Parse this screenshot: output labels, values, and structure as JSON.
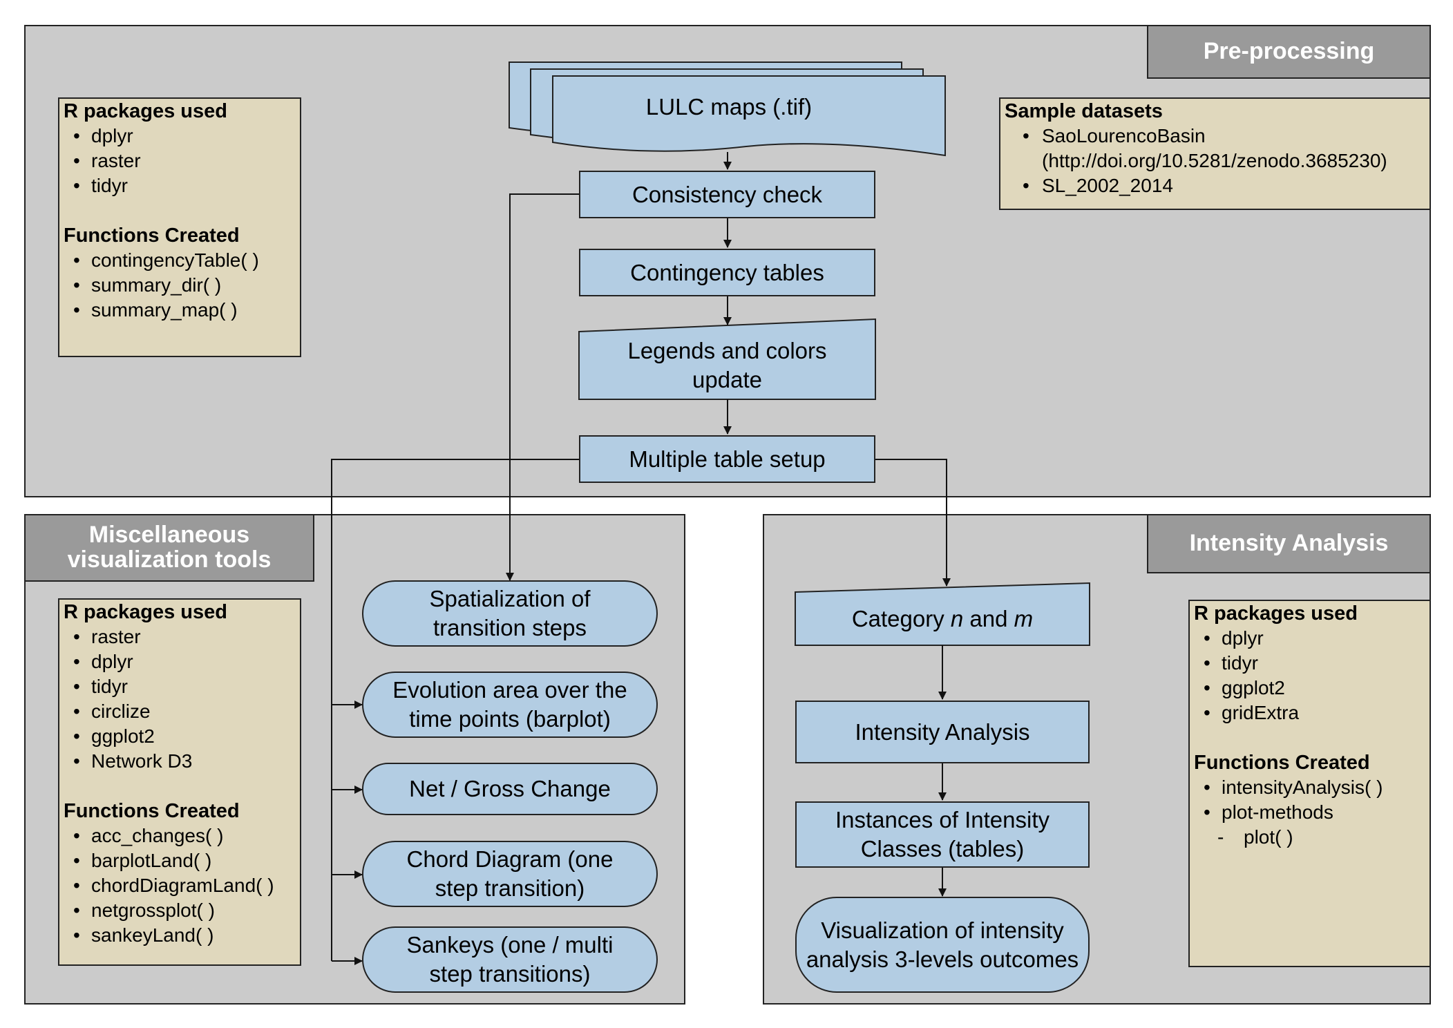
{
  "preprocessing": {
    "title": "Pre-processing",
    "packages_heading": "R packages used",
    "packages": [
      "dplyr",
      "raster",
      "tidyr"
    ],
    "functions_heading": "Functions Created",
    "functions": [
      "contingencyTable( )",
      "summary_dir( )",
      "summary_map( )"
    ],
    "datasets_heading": "Sample datasets",
    "datasets": [
      "SaoLourencoBasin",
      "(http://doi.org/10.5281/zenodo.3685230)",
      "SL_2002_2014"
    ]
  },
  "flow": {
    "lulc": "LULC maps (.tif)",
    "consistency": "Consistency check",
    "contingency": "Contingency tables",
    "legends": "Legends and colors update",
    "multiple": "Multiple table setup"
  },
  "misc": {
    "title": "Miscellaneous visualization tools",
    "packages_heading": "R packages used",
    "packages": [
      "raster",
      "dplyr",
      "tidyr",
      "circlize",
      "ggplot2",
      "Network D3"
    ],
    "functions_heading": "Functions Created",
    "functions": [
      "acc_changes( )",
      "barplotLand( )",
      "chordDiagramLand( )",
      "netgrossplot( )",
      "sankeyLand( )"
    ],
    "nodes": [
      "Spatialization of transition steps",
      "Evolution area over the time points (barplot)",
      "Net / Gross Change",
      "Chord Diagram (one step transition)",
      "Sankeys (one / multi step transitions)"
    ]
  },
  "intensity": {
    "title": "Intensity Analysis",
    "packages_heading": "R packages used",
    "packages": [
      "dplyr",
      "tidyr",
      "ggplot2",
      "gridExtra"
    ],
    "functions_heading": "Functions Created",
    "functions": [
      "intensityAnalysis( )",
      "plot-methods"
    ],
    "subfunctions": [
      "plot( )"
    ],
    "category_prefix": "Category ",
    "category_n": "n",
    "category_and": " and ",
    "category_m": "m",
    "nodes": [
      "Intensity Analysis",
      "Instances of Intensity Classes (tables)",
      "Visualization of intensity analysis 3-levels outcomes"
    ]
  }
}
